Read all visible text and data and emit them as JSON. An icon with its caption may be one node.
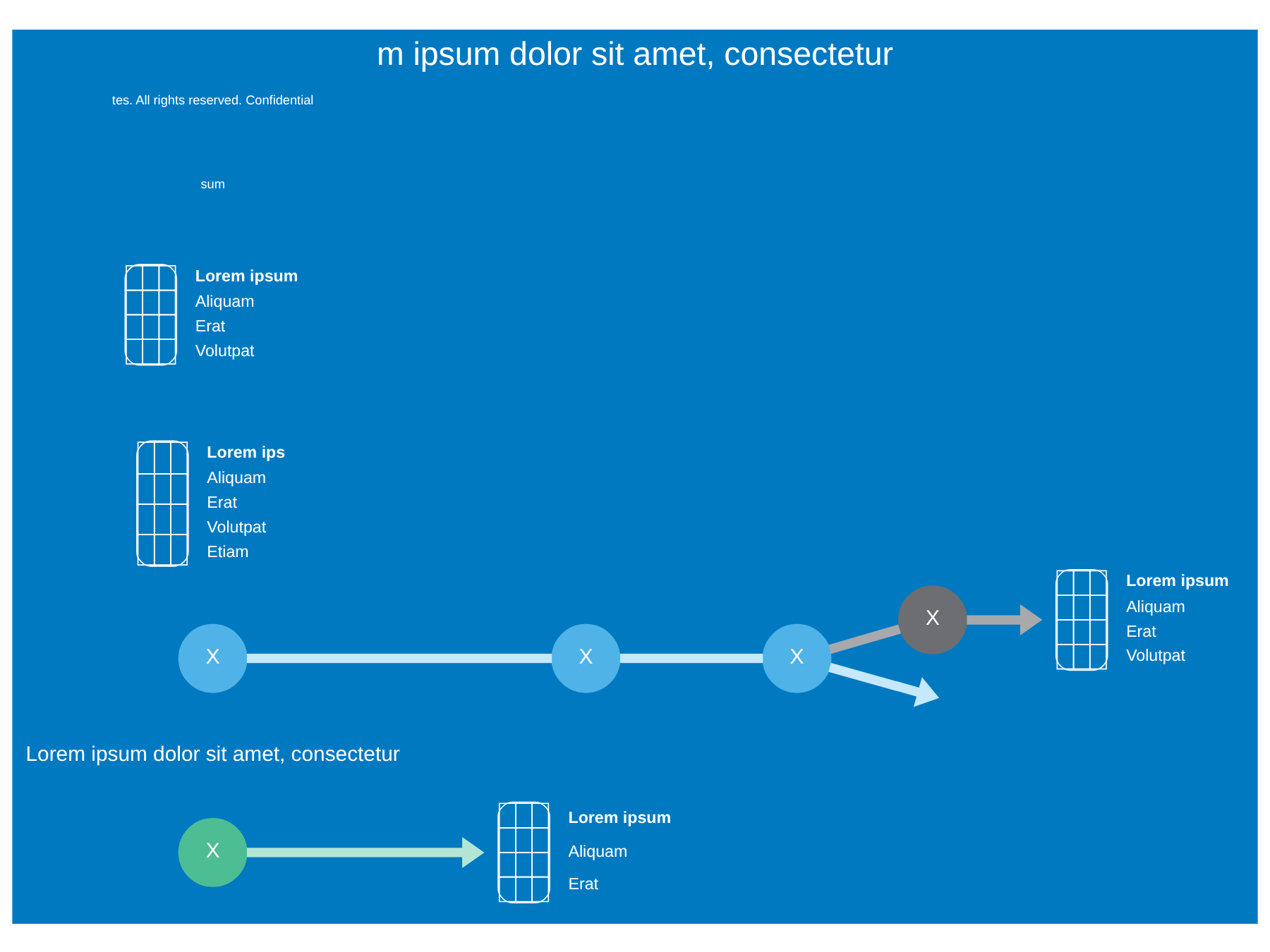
{
  "diagram": {
    "title": "m ipsum dolor sit amet, consectetur",
    "nodes": [
      {
        "text": [
          "X"
        ]
      },
      {
        "text": [],
        "shape": "picture",
        "beside": [
          "Lorem ipsum",
          "Aliquam",
          "Erat"
        ]
      },
      {
        "text": [
          "Lorem ipsum dolor sit amet, consectetur"
        ]
      },
      {
        "text": [
          "X"
        ]
      },
      {
        "text": [
          "X"
        ]
      },
      {
        "text": [
          "X"
        ]
      },
      {
        "text": [
          "X"
        ]
      },
      {
        "text": [],
        "shape": "picture",
        "beside": [
          "Lorem ips",
          "Aliquam",
          "Erat",
          "Volutpat",
          "Etiam"
        ]
      },
      {
        "text": [],
        "shape": "picture",
        "beside": [
          "Lorem ipsum",
          "Aliquam",
          "Erat",
          "Volutpat"
        ]
      },
      {
        "text": [],
        "shape": "picture",
        "beside": [
          "Lorem ipsum",
          "Aliquam",
          "Erat",
          "Volutpat"
        ]
      }
    ],
    "edges": [
      {
        "from": 0,
        "to": 1,
        "arrow": "to",
        "color": "#b3e5d6"
      },
      {
        "from": 3,
        "to": 4,
        "arrow": "none"
      },
      {
        "from": 4,
        "to": 5,
        "arrow": "none"
      },
      {
        "from": 5,
        "to": null,
        "arrow": "to"
      },
      {
        "from": 5,
        "to": 6,
        "arrow": "none",
        "color": "#a7a9ac"
      },
      {
        "from": 6,
        "to": 8,
        "arrow": "to",
        "color": "#a7a9ac"
      }
    ],
    "labels": [
      "sum",
      "tes. All rights reserved. Confidential"
    ]
  }
}
